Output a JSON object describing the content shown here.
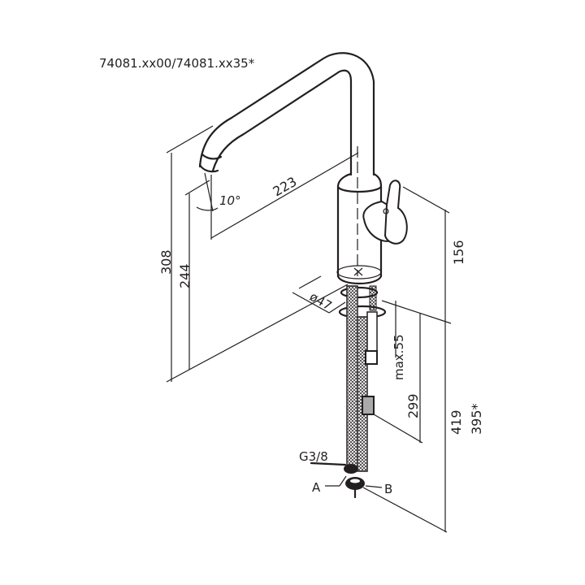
{
  "title": "74081.xx00/74081.xx35*",
  "dimensions": {
    "total_height": "308",
    "spout_height": "244",
    "spout_reach": "223",
    "spout_angle": "10°",
    "body_height": "156",
    "hole_diameter": "ø47",
    "max_thickness": "max.55",
    "hose_length": "299",
    "hose_total": "419",
    "hose_total_alt": "395*"
  },
  "connections": {
    "thread": "G3/8",
    "a_label": "A",
    "b_label": "B"
  }
}
